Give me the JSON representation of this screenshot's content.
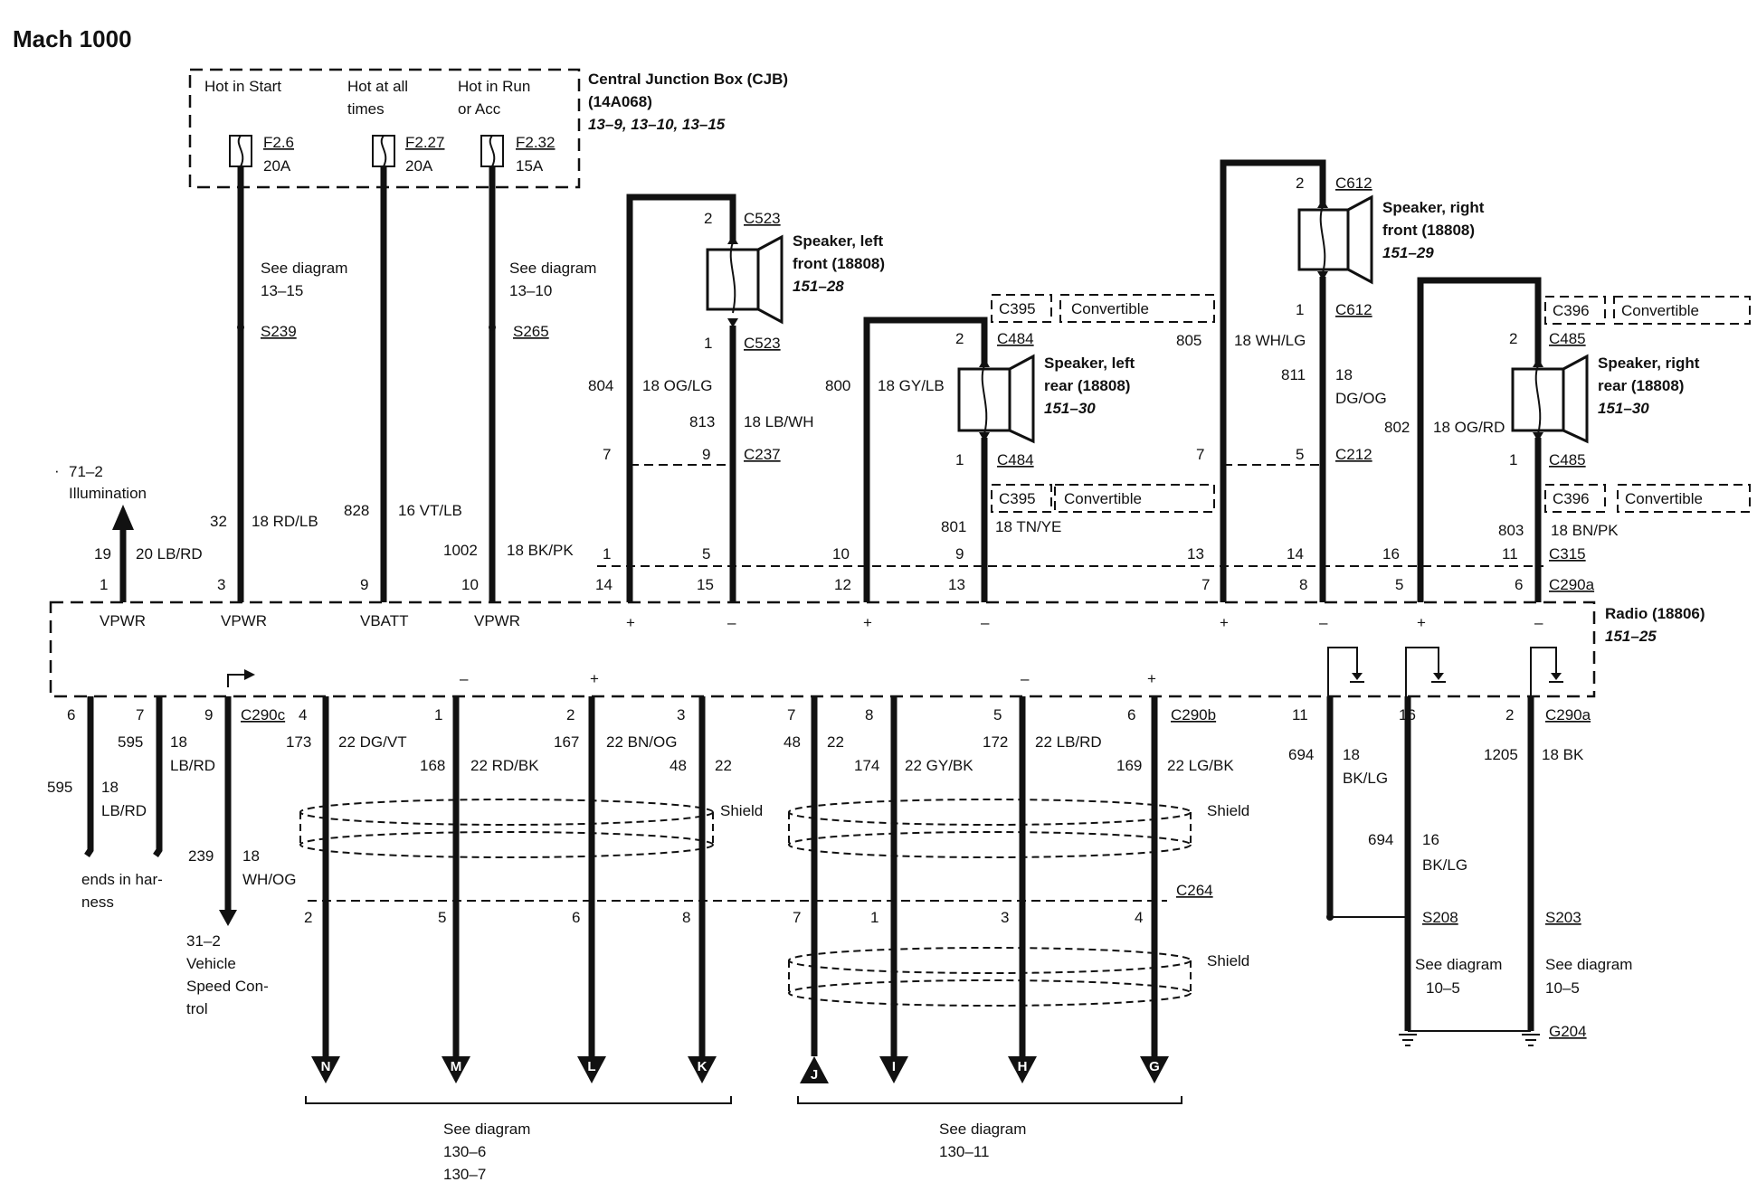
{
  "title": "Mach 1000",
  "cjb": {
    "hot_start": "Hot in Start",
    "hot_all_1": "Hot at all",
    "hot_all_2": "times",
    "hot_run_1": "Hot in Run",
    "hot_run_2": "or Acc",
    "name_1": "Central Junction Box (CJB)",
    "name_2": "(14A068)",
    "refs": "13–9, 13–10, 13–15",
    "fuse1_id": "F2.6",
    "fuse1_amp": "20A",
    "fuse2_id": "F2.27",
    "fuse2_amp": "20A",
    "fuse3_id": "F2.32",
    "fuse3_amp": "15A"
  },
  "feeds": {
    "see1_a": "See diagram",
    "see1_b": "13–15",
    "s239": "S239",
    "see2_a": "See diagram",
    "see2_b": "13–10",
    "s265": "S265",
    "w32": "32",
    "w32c": "18 RD/LB",
    "w828": "828",
    "w828c": "16 VT/LB",
    "w1002": "1002",
    "w1002c": "18 BK/PK",
    "illum_ref": "71–2",
    "illum": "Illumination",
    "w19": "19",
    "w19c": "20 LB/RD"
  },
  "speakers": {
    "lf_1": "Speaker, left",
    "lf_2": "front (18808)",
    "lf_ref": "151–28",
    "lr_1": "Speaker, left",
    "lr_2": "rear (18808)",
    "lr_ref": "151–30",
    "rf_1": "Speaker, right",
    "rf_2": "front (18808)",
    "rf_ref": "151–29",
    "rr_1": "Speaker, right",
    "rr_2": "rear (18808)",
    "rr_ref": "151–30",
    "c523": "C523",
    "c484": "C484",
    "c612": "C612",
    "c485": "C485",
    "c395": "C395",
    "c396": "C396",
    "convertible": "Convertible",
    "c237": "C237",
    "c212": "C212",
    "c315": "C315",
    "c290a": "C290a",
    "w804": "804",
    "w804c": "18 OG/LG",
    "w813": "813",
    "w813c": "18 LB/WH",
    "w800": "800",
    "w800c": "18 GY/LB",
    "w801": "801",
    "w801c": "18 TN/YE",
    "w805": "805",
    "w805c": "18 WH/LG",
    "w811": "811",
    "w811c1": "18",
    "w811c2": "DG/OG",
    "w802": "802",
    "w802c": "18 OG/RD",
    "w803": "803",
    "w803c": "18 BN/PK"
  },
  "radio": {
    "name": "Radio (18806)",
    "ref": "151–25",
    "vpwr": "VPWR",
    "vbatt": "VBATT",
    "plus": "+",
    "minus": "–"
  },
  "lower": {
    "c290c": "C290c",
    "c290b": "C290b",
    "c290a": "C290a",
    "c264": "C264",
    "w595": "595",
    "w595c1": "18",
    "w595c2": "LB/RD",
    "w239": "239",
    "w239c1": "18",
    "w239c2": "WH/OG",
    "ends_1": "ends in har-",
    "ends_2": "ness",
    "vsc_1": "31–2",
    "vsc_2": "Vehicle",
    "vsc_3": "Speed Con-",
    "vsc_4": "trol",
    "w173": "173",
    "w173c": "22 DG/VT",
    "w168": "168",
    "w168c": "22 RD/BK",
    "w167": "167",
    "w167c": "22 BN/OG",
    "w48": "48",
    "w48c": "22",
    "w174": "174",
    "w174c": "22 GY/BK",
    "w172": "172",
    "w172c": "22 LB/RD",
    "w169": "169",
    "w169c": "22 LG/BK",
    "shield": "Shield",
    "w694": "694",
    "w694c1": "18",
    "w694c2": "BK/LG",
    "w694b": "694",
    "w694bc1": "16",
    "w694bc2": "BK/LG",
    "w1205": "1205",
    "w1205c": "18 BK",
    "s208": "S208",
    "s203": "S203",
    "g204": "G204",
    "see105_a": "See diagram",
    "see105_b": "10–5",
    "see1306": "See diagram",
    "r1306": "130–6",
    "r1307": "130–7",
    "see13011": "See diagram",
    "r13011": "130–11",
    "letters": [
      "N",
      "M",
      "L",
      "K",
      "J",
      "I",
      "H",
      "G"
    ]
  }
}
